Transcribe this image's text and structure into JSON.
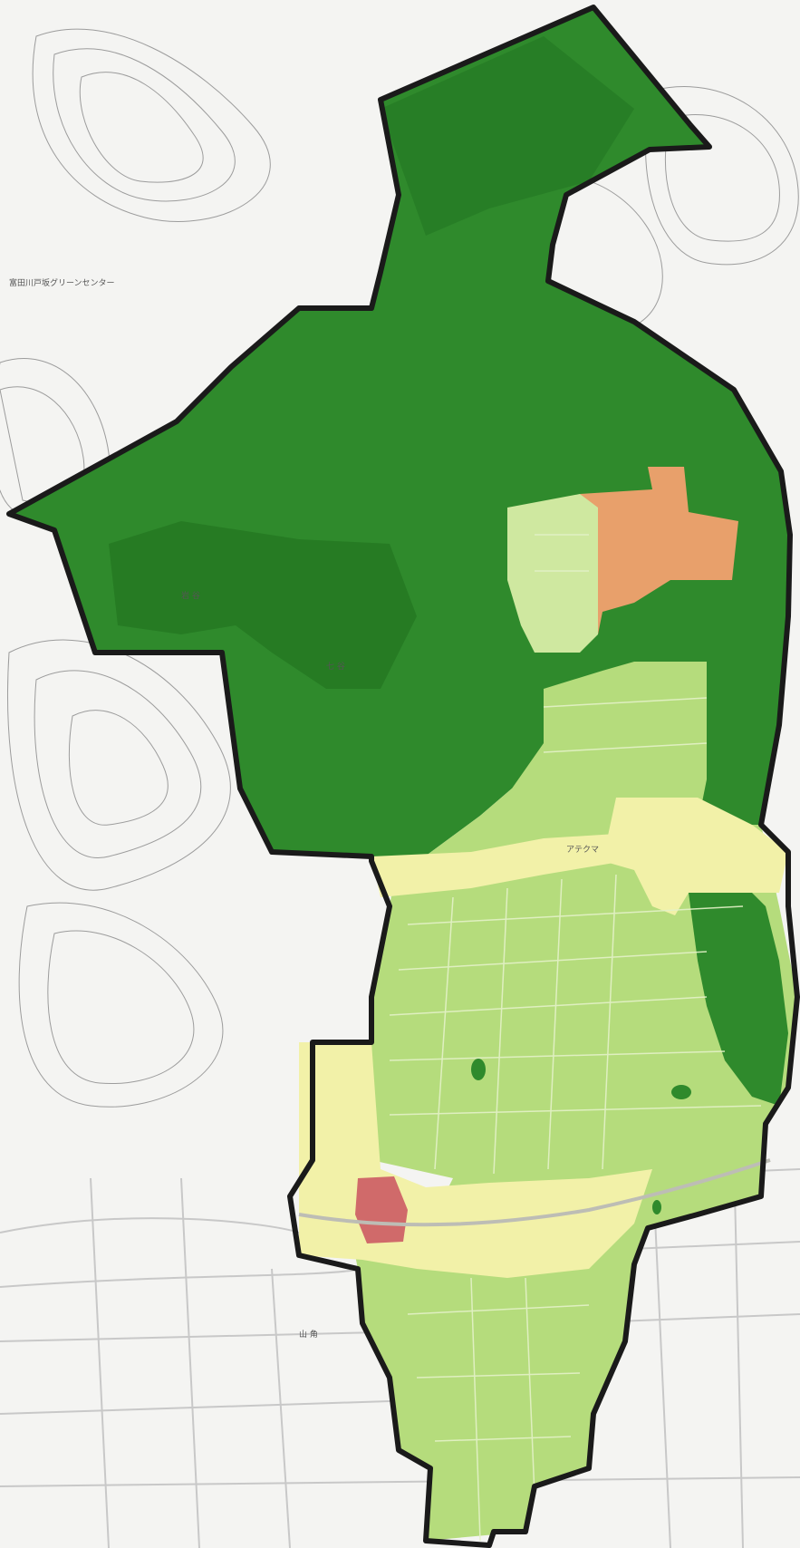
{
  "map": {
    "colors": {
      "paper": "#f4f4f2",
      "contour": "#9c9c9c",
      "road": "#c8c8c8",
      "forest": "#2f8a2c",
      "forest_dark": "#1f6f1e",
      "farmland": "#b5dc7c",
      "farmland_light": "#cfe8a0",
      "residential": "#f2f1a8",
      "commercial": "#e8a06b",
      "industrial": "#d06a6a",
      "boundary": "#1a1a1a"
    },
    "zones": [
      "forest",
      "farmland",
      "residential",
      "commercial",
      "industrial"
    ],
    "labels": {
      "mountain_a": "岩 谷",
      "mountain_b": "七 谷",
      "district_a": "山 角",
      "district_b": "アテクマ",
      "facility_a": "富田川戸坂グリーンセンター"
    }
  }
}
